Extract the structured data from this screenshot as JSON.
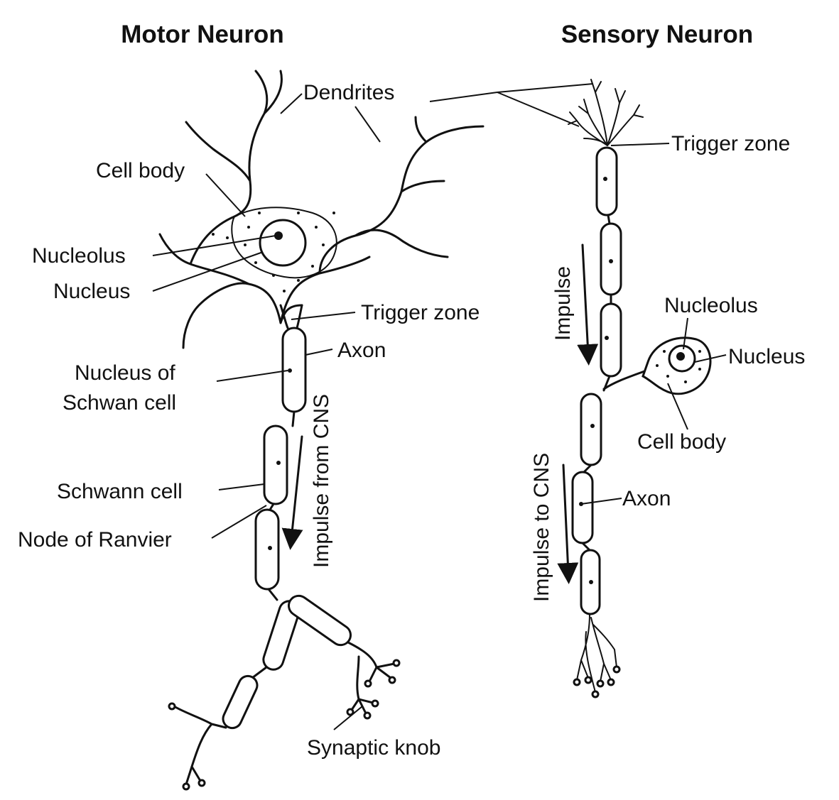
{
  "motor": {
    "title": "Motor Neuron",
    "labels": {
      "dendrites": "Dendrites",
      "cell_body": "Cell body",
      "nucleolus": "Nucleolus",
      "nucleus": "Nucleus",
      "trigger_zone": "Trigger zone",
      "axon": "Axon",
      "nucleus_of_schwann_line1": "Nucleus of",
      "nucleus_of_schwann_line2": "Schwan cell",
      "schwann_cell": "Schwann cell",
      "node_of_ranvier": "Node of Ranvier",
      "impulse": "Impulse from CNS",
      "synaptic_knob": "Synaptic knob"
    }
  },
  "sensory": {
    "title": "Sensory Neuron",
    "labels": {
      "trigger_zone": "Trigger zone",
      "impulse": "Impulse",
      "nucleolus": "Nucleolus",
      "nucleus": "Nucleus",
      "cell_body": "Cell body",
      "axon": "Axon",
      "impulse_to_cns": "Impulse to CNS"
    }
  }
}
